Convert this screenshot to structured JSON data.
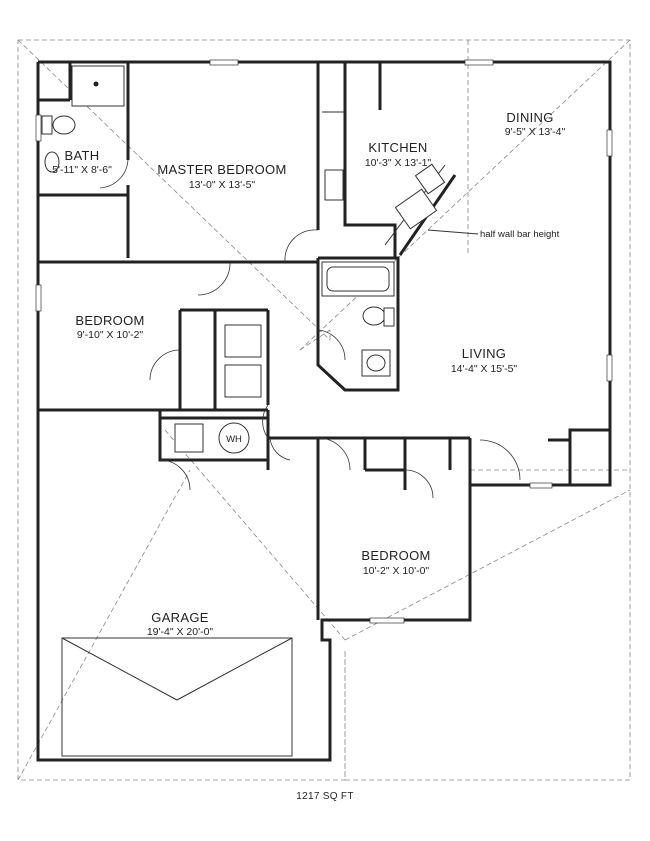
{
  "rooms": {
    "bath": {
      "name": "BATH",
      "dims": "5'-11\" X 8'-6\""
    },
    "master_bedroom": {
      "name": "MASTER BEDROOM",
      "dims": "13'-0\" X 13'-5\""
    },
    "kitchen": {
      "name": "KITCHEN",
      "dims": "10'-3\" X 13'-1\""
    },
    "dining": {
      "name": "DINING",
      "dims": "9'-5\" X 13'-4\""
    },
    "bedroom_west": {
      "name": "BEDROOM",
      "dims": "9'-10\" X 10'-2\""
    },
    "living": {
      "name": "LIVING",
      "dims": "14'-4\" X 15'-5\""
    },
    "bedroom_south": {
      "name": "BEDROOM",
      "dims": "10'-2\" X 10'-0\""
    },
    "garage": {
      "name": "GARAGE",
      "dims": "19'-4\" X 20'-0\""
    }
  },
  "notes": {
    "bar": "half wall bar height",
    "water_heater": "WH"
  },
  "total_area": "1217 SQ FT"
}
